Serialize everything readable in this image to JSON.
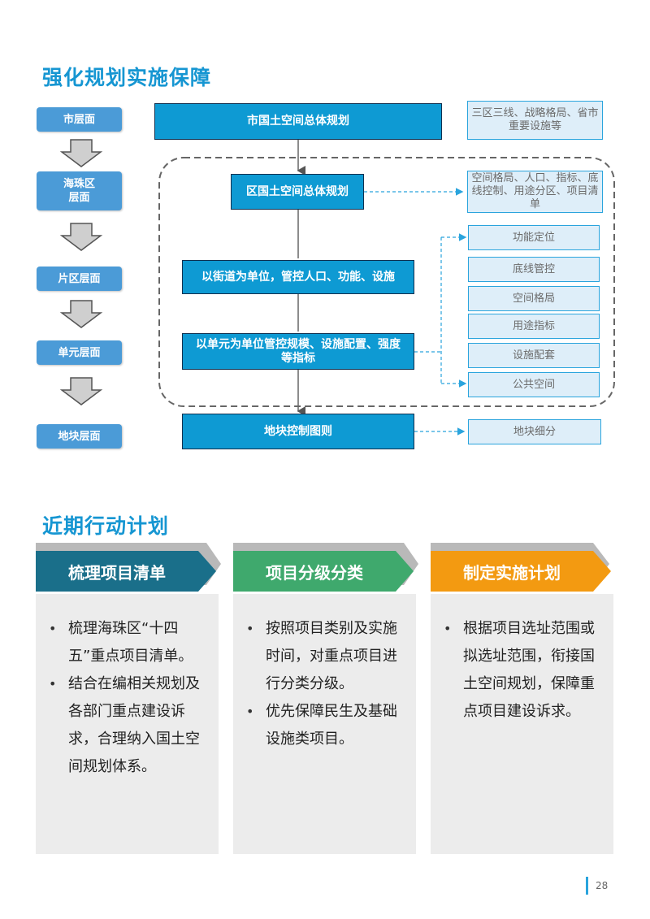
{
  "section1": {
    "title": "强化规划实施保障",
    "levels": [
      "市层面",
      "海珠区\n层面",
      "片区层面",
      "单元层面",
      "地块层面"
    ],
    "plans": [
      "市国土空间总体规划",
      "区国土空间总体规划",
      "以街道为单位，管控人口、功能、设施",
      "以单元为单位管控规模、设施配置、强度等指标",
      "地块控制图则"
    ],
    "notes": {
      "city": "三区三线、战略格局、省市重要设施等",
      "district": "空间格局、人口、指标、底线控制、用途分区、项目清单",
      "unit_items": [
        "功能定位",
        "底线管控",
        "空间格局",
        "用途指标",
        "设施配套",
        "公共空间"
      ],
      "parcel": "地块细分"
    }
  },
  "section2": {
    "title": "近期行动计划",
    "columns": [
      {
        "header": "梳理项目清单",
        "color": "#1a6f8a",
        "bullets": [
          "梳理海珠区“十四五”重点项目清单。",
          "结合在编相关规划及各部门重点建设诉求，合理纳入国土空间规划体系。"
        ]
      },
      {
        "header": "项目分级分类",
        "color": "#3fa96d",
        "bullets": [
          "按照项目类别及实施时间，对重点项目进行分类分级。",
          "优先保障民生及基础设施类项目。"
        ]
      },
      {
        "header": "制定实施计划",
        "color": "#f39a11",
        "bullets": [
          "根据项目选址范围或拟选址范围，衔接国土空间规划，保障重点项目建设诉求。"
        ]
      }
    ]
  },
  "page_number": "28",
  "colors": {
    "accent": "#1696d2",
    "primary_box": "#0e9ad3",
    "note_border": "#2aa4dd",
    "level_box": "#4b9bd7"
  }
}
